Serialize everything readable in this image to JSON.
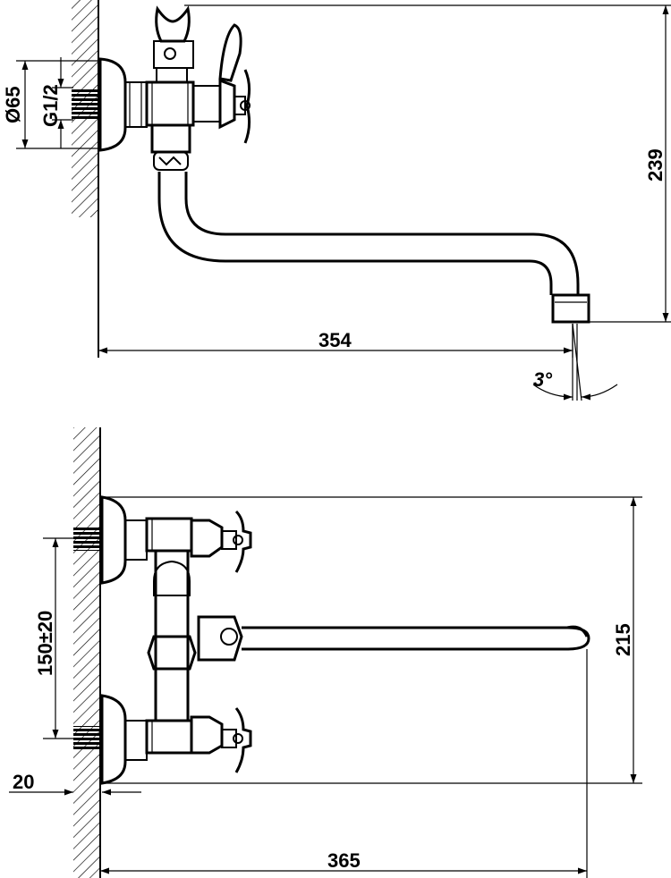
{
  "diagram": {
    "side_view": {
      "dim_diameter": "Ø65",
      "dim_thread": "G1/2",
      "dim_height": "239",
      "dim_length": "354",
      "dim_angle": "3°"
    },
    "top_view": {
      "dim_spacing": "150±20",
      "dim_width": "215",
      "dim_offset": "20",
      "dim_length": "365"
    }
  }
}
